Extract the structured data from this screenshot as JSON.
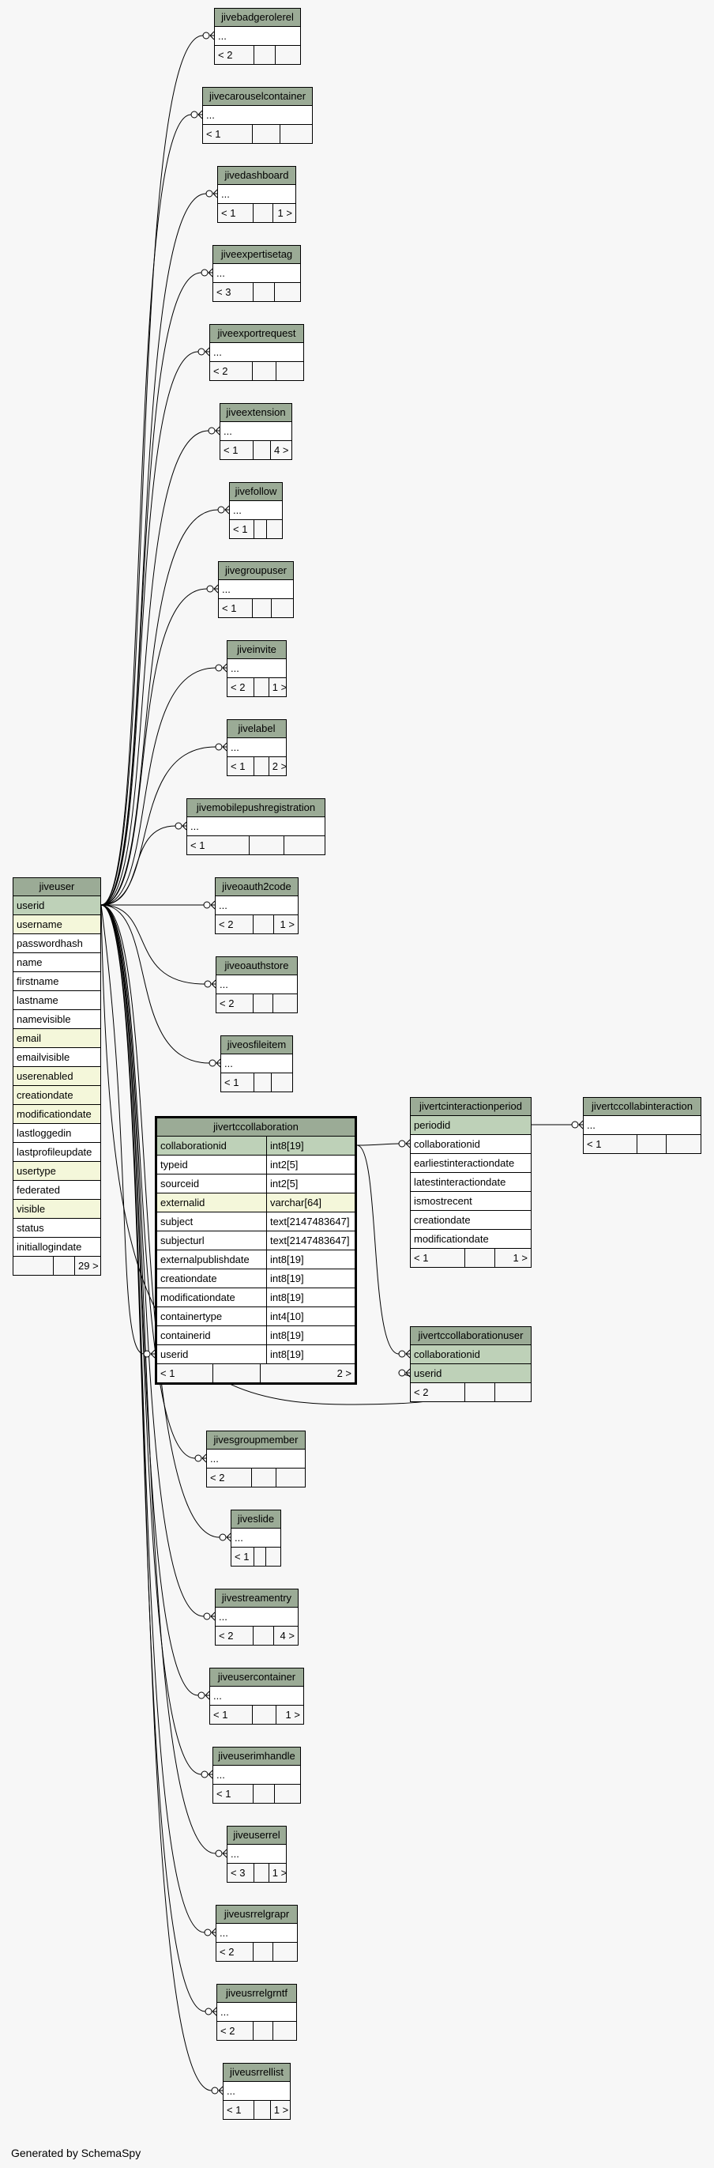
{
  "footer": "Generated by SchemaSpy",
  "colors": {
    "background": "#f7f7f7",
    "title": "#9bab96",
    "primary_key": "#bed1b8",
    "indexed": "#f4f7da"
  },
  "jiveuser": {
    "name": "jiveuser",
    "columns": [
      {
        "name": "userid",
        "kind": "pk"
      },
      {
        "name": "username",
        "kind": "idx"
      },
      {
        "name": "passwordhash",
        "kind": ""
      },
      {
        "name": "name",
        "kind": ""
      },
      {
        "name": "firstname",
        "kind": ""
      },
      {
        "name": "lastname",
        "kind": ""
      },
      {
        "name": "namevisible",
        "kind": ""
      },
      {
        "name": "email",
        "kind": "idx"
      },
      {
        "name": "emailvisible",
        "kind": ""
      },
      {
        "name": "userenabled",
        "kind": "idx"
      },
      {
        "name": "creationdate",
        "kind": "idx"
      },
      {
        "name": "modificationdate",
        "kind": "idx"
      },
      {
        "name": "lastloggedin",
        "kind": ""
      },
      {
        "name": "lastprofileupdate",
        "kind": ""
      },
      {
        "name": "usertype",
        "kind": "idx"
      },
      {
        "name": "federated",
        "kind": ""
      },
      {
        "name": "visible",
        "kind": "idx"
      },
      {
        "name": "status",
        "kind": ""
      },
      {
        "name": "initiallogindate",
        "kind": ""
      }
    ],
    "footer": [
      "",
      "",
      "29 >"
    ]
  },
  "focus": {
    "name": "jivertccollaboration",
    "columns": [
      {
        "name": "collaborationid",
        "type": "int8[19]",
        "kind": "pk"
      },
      {
        "name": "typeid",
        "type": "int2[5]",
        "kind": ""
      },
      {
        "name": "sourceid",
        "type": "int2[5]",
        "kind": ""
      },
      {
        "name": "externalid",
        "type": "varchar[64]",
        "kind": "idx"
      },
      {
        "name": "subject",
        "type": "text[2147483647]",
        "kind": ""
      },
      {
        "name": "subjecturl",
        "type": "text[2147483647]",
        "kind": ""
      },
      {
        "name": "externalpublishdate",
        "type": "int8[19]",
        "kind": ""
      },
      {
        "name": "creationdate",
        "type": "int8[19]",
        "kind": ""
      },
      {
        "name": "modificationdate",
        "type": "int8[19]",
        "kind": ""
      },
      {
        "name": "containertype",
        "type": "int4[10]",
        "kind": ""
      },
      {
        "name": "containerid",
        "type": "int8[19]",
        "kind": ""
      },
      {
        "name": "userid",
        "type": "int8[19]",
        "kind": ""
      }
    ],
    "footer": [
      "< 1",
      "",
      "2 >"
    ]
  },
  "interactionperiod": {
    "name": "jivertcinteractionperiod",
    "columns": [
      {
        "name": "periodid",
        "kind": "pk"
      },
      {
        "name": "collaborationid",
        "kind": ""
      },
      {
        "name": "earliestinteractiondate",
        "kind": ""
      },
      {
        "name": "latestinteractiondate",
        "kind": ""
      },
      {
        "name": "ismostrecent",
        "kind": ""
      },
      {
        "name": "creationdate",
        "kind": ""
      },
      {
        "name": "modificationdate",
        "kind": ""
      }
    ],
    "footer": [
      "< 1",
      "",
      "1 >"
    ]
  },
  "collabinteraction": {
    "name": "jivertccollabinteraction",
    "columns": [
      {
        "name": "...",
        "kind": ""
      }
    ],
    "footer": [
      "< 1",
      "",
      ""
    ]
  },
  "collaborationuser": {
    "name": "jivertccollaborationuser",
    "columns": [
      {
        "name": "collaborationid",
        "kind": "pk"
      },
      {
        "name": "userid",
        "kind": "pk"
      }
    ],
    "footer": [
      "< 2",
      "",
      ""
    ]
  },
  "small_tables": [
    {
      "name": "jivebadgerolerel",
      "ellipsis": "...",
      "footer": [
        "< 2",
        "",
        ""
      ]
    },
    {
      "name": "jivecarouselcontainer",
      "ellipsis": "...",
      "footer": [
        "< 1",
        "",
        ""
      ]
    },
    {
      "name": "jivedashboard",
      "ellipsis": "...",
      "footer": [
        "< 1",
        "",
        "1 >"
      ]
    },
    {
      "name": "jiveexpertisetag",
      "ellipsis": "...",
      "footer": [
        "< 3",
        "",
        ""
      ]
    },
    {
      "name": "jiveexportrequest",
      "ellipsis": "...",
      "footer": [
        "< 2",
        "",
        ""
      ]
    },
    {
      "name": "jiveextension",
      "ellipsis": "...",
      "footer": [
        "< 1",
        "",
        "4 >"
      ]
    },
    {
      "name": "jivefollow",
      "ellipsis": "...",
      "footer": [
        "< 1",
        "",
        ""
      ]
    },
    {
      "name": "jivegroupuser",
      "ellipsis": "...",
      "footer": [
        "< 1",
        "",
        ""
      ]
    },
    {
      "name": "jiveinvite",
      "ellipsis": "...",
      "footer": [
        "< 2",
        "",
        "1 >"
      ]
    },
    {
      "name": "jivelabel",
      "ellipsis": "...",
      "footer": [
        "< 1",
        "",
        "2 >"
      ]
    },
    {
      "name": "jivemobilepushregistration",
      "ellipsis": "...",
      "footer": [
        "< 1",
        "",
        ""
      ]
    },
    {
      "name": "jiveoauth2code",
      "ellipsis": "...",
      "footer": [
        "< 2",
        "",
        "1 >"
      ]
    },
    {
      "name": "jiveoauthstore",
      "ellipsis": "...",
      "footer": [
        "< 2",
        "",
        ""
      ]
    },
    {
      "name": "jiveosfileitem",
      "ellipsis": "...",
      "footer": [
        "< 1",
        "",
        ""
      ]
    },
    {
      "name": "jivesgroupmember",
      "ellipsis": "...",
      "footer": [
        "< 2",
        "",
        ""
      ]
    },
    {
      "name": "jiveslide",
      "ellipsis": "...",
      "footer": [
        "< 1",
        "",
        ""
      ]
    },
    {
      "name": "jivestreamentry",
      "ellipsis": "...",
      "footer": [
        "< 2",
        "",
        "4 >"
      ]
    },
    {
      "name": "jiveusercontainer",
      "ellipsis": "...",
      "footer": [
        "< 1",
        "",
        "1 >"
      ]
    },
    {
      "name": "jiveuserimhandle",
      "ellipsis": "...",
      "footer": [
        "< 1",
        "",
        ""
      ]
    },
    {
      "name": "jiveuserrel",
      "ellipsis": "...",
      "footer": [
        "< 3",
        "",
        "1 >"
      ]
    },
    {
      "name": "jiveusrrelgrapr",
      "ellipsis": "...",
      "footer": [
        "< 2",
        "",
        ""
      ]
    },
    {
      "name": "jiveusrrelgrntf",
      "ellipsis": "...",
      "footer": [
        "< 2",
        "",
        ""
      ]
    },
    {
      "name": "jiveusrrellist",
      "ellipsis": "...",
      "footer": [
        "< 1",
        "",
        "1 >"
      ]
    }
  ]
}
